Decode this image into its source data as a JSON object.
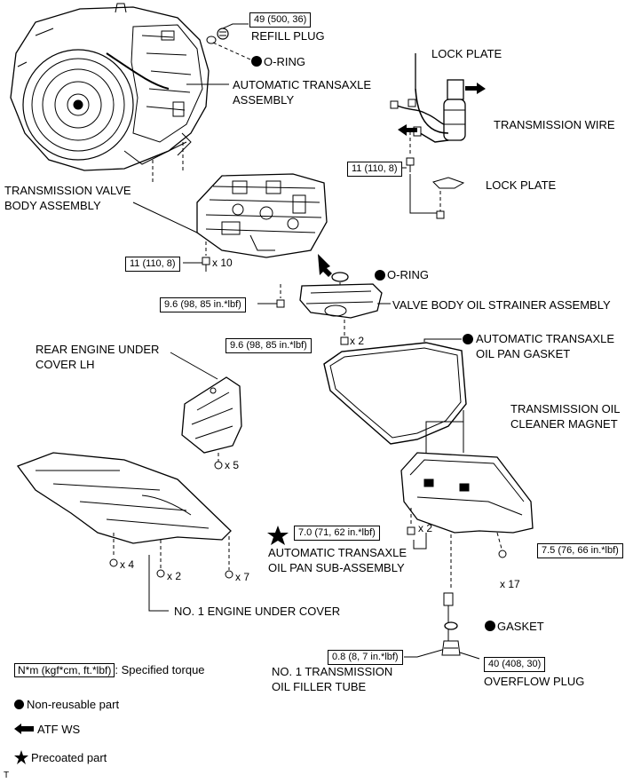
{
  "torque": {
    "refill_plug": "49 (500, 36)",
    "lock_plate_bolt": "11 (110, 8)",
    "valve_body_bolt": "11 (110, 8)",
    "strainer_bolt_a": "9.6 (98, 85 in.*lbf)",
    "strainer_bolt_b": "9.6 (98, 85 in.*lbf)",
    "pan_bolt_precoated": "7.0 (71, 62 in.*lbf)",
    "pan_bolt": "7.5 (76, 66 in.*lbf)",
    "filler_tube": "0.8 (8, 7 in.*lbf)",
    "overflow_plug": "40 (408, 30)"
  },
  "parts": {
    "refill_plug": "REFILL PLUG",
    "o_ring_top": "O-RING",
    "transaxle_line1": "AUTOMATIC TRANSAXLE",
    "transaxle_line2": "ASSEMBLY",
    "lock_plate_top": "LOCK PLATE",
    "transmission_wire": "TRANSMISSION WIRE",
    "lock_plate_bottom": "LOCK PLATE",
    "valve_body_line1": "TRANSMISSION VALVE",
    "valve_body_line2": "BODY ASSEMBLY",
    "o_ring_mid": "O-RING",
    "strainer": "VALVE BODY OIL STRAINER ASSEMBLY",
    "gasket_line1": "AUTOMATIC TRANSAXLE",
    "gasket_line2": "OIL PAN GASKET",
    "rear_cover_line1": "REAR ENGINE UNDER",
    "rear_cover_line2": "COVER LH",
    "magnet_line1": "TRANSMISSION OIL",
    "magnet_line2": "CLEANER MAGNET",
    "pan_line1": "AUTOMATIC TRANSAXLE",
    "pan_line2": "OIL PAN SUB-ASSEMBLY",
    "engine_cover": "NO. 1 ENGINE UNDER COVER",
    "gasket": "GASKET",
    "filler_line1": "NO. 1 TRANSMISSION",
    "filler_line2": "OIL FILLER TUBE",
    "overflow_plug": "OVERFLOW PLUG"
  },
  "quantities": {
    "valve_body_bolts": "x 10",
    "strainer_bolts": "x 2",
    "rear_cover_bolts": "x 5",
    "pan_precoated_bolts": "x 2",
    "pan_bolts": "x 17",
    "cover_bolts_a": "x 4",
    "cover_bolts_b": "x 2",
    "cover_bolts_c": "x 7"
  },
  "legend": {
    "torque_unit": "N*m (kgf*cm, ft.*lbf)",
    "torque_desc": ": Specified torque",
    "non_reusable": "Non-reusable part",
    "atf": "ATF WS",
    "precoated": "Precoated part"
  },
  "corner_mark": "T"
}
